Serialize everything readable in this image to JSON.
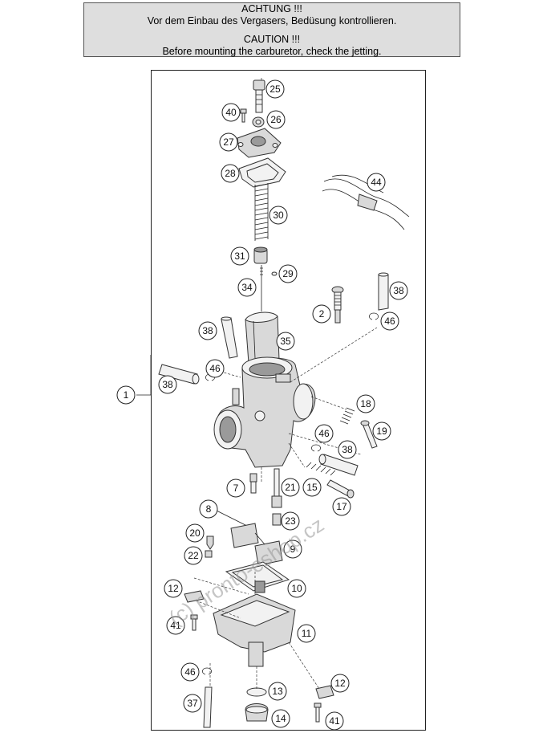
{
  "notice": {
    "de_title": "ACHTUNG !!!",
    "de_text": "Vor dem Einbau des Vergasers, Bedüsung kontrollieren.",
    "en_title": "CAUTION !!!",
    "en_text": "Before mounting the carburetor, check the jetting."
  },
  "callouts": [
    "1",
    "2",
    "7",
    "8",
    "9",
    "10",
    "11",
    "12",
    "13",
    "14",
    "15",
    "17",
    "18",
    "19",
    "20",
    "21",
    "22",
    "23",
    "25",
    "26",
    "27",
    "28",
    "29",
    "30",
    "31",
    "34",
    "35",
    "37",
    "38",
    "40",
    "41",
    "44",
    "46"
  ],
  "watermark": "(c) pronto-eshop.cz"
}
